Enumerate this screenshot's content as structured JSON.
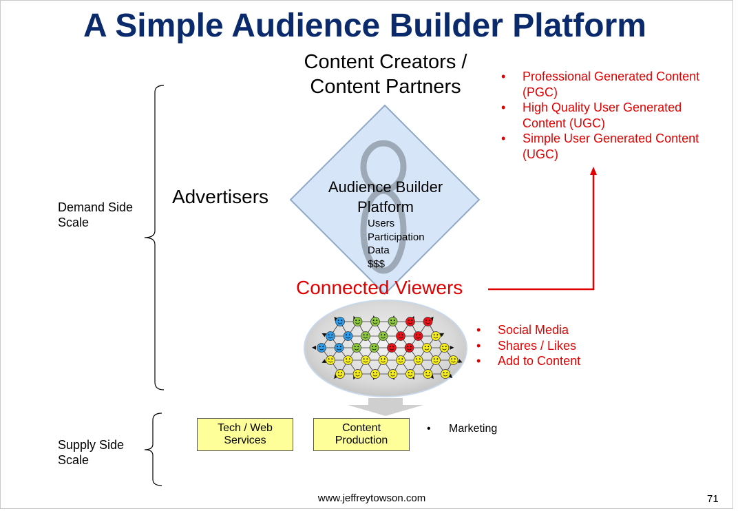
{
  "slide": {
    "title": "A Simple Audience Builder Platform",
    "content_creators": "Content Creators / Content Partners",
    "advertisers": "Advertisers",
    "demand_side": "Demand Side Scale",
    "supply_side": "Supply Side Scale",
    "platform_label": "Audience Builder Platform",
    "platform_metrics": [
      "Users",
      "Participation",
      "Data",
      "$$$"
    ],
    "connected_viewers": "Connected Viewers",
    "content_types": [
      "Professional Generated Content (PGC)",
      "High Quality User Generated Content (UGC)",
      "Simple User Generated Content (UGC)"
    ],
    "viewer_activities": [
      "Social Media",
      "Shares / Likes",
      "Add to Content"
    ],
    "supply_boxes": [
      "Tech / Web Services",
      "Content Production"
    ],
    "supply_bullet": "Marketing",
    "footer_url": "www.jeffreytowson.com",
    "page_number": "71"
  },
  "network": {
    "rows": [
      [
        "blue",
        "green",
        "green",
        "green",
        "red",
        "red"
      ],
      [
        "blue",
        "blue",
        "green",
        "green",
        "red",
        "red",
        "yellow"
      ],
      [
        "blue",
        "blue",
        "green",
        "green",
        "red",
        "red",
        "yellow",
        "yellow"
      ],
      [
        "yellow",
        "yellow",
        "yellow",
        "yellow",
        "yellow",
        "yellow",
        "yellow",
        "yellow"
      ],
      [
        "yellow",
        "yellow",
        "yellow",
        "yellow",
        "yellow",
        "yellow",
        "yellow"
      ]
    ]
  },
  "colors": {
    "title": "#0b2a6b",
    "accent_red": "#e00000",
    "diamond_fill": "#d6e6f8",
    "diamond_stroke": "#8fa8c8",
    "box_fill": "#ffff99",
    "blue": "#2e9be8",
    "green": "#8cc63f",
    "red": "#e8141a",
    "yellow": "#f5ec20"
  }
}
